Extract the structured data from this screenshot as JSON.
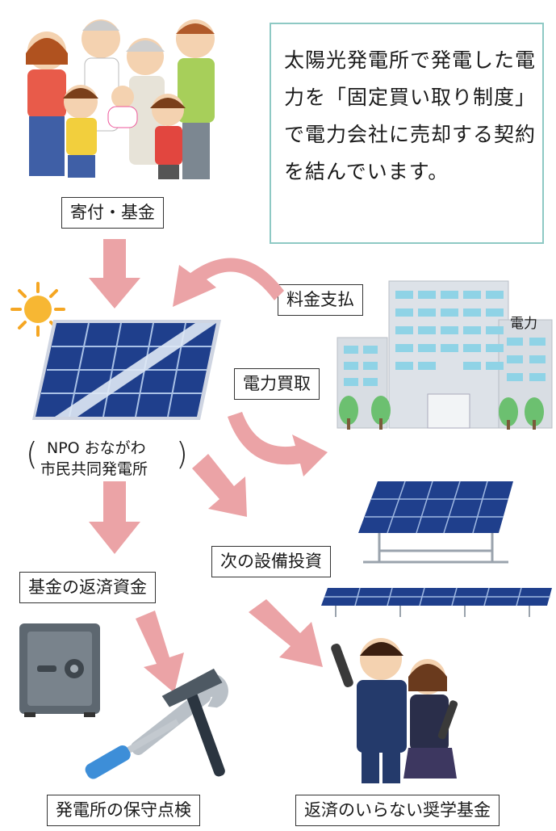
{
  "note": {
    "text": "太陽光発電所で発電した電力を「固定買い取り制度」で電力会社に売却する契約を結んでいます。"
  },
  "labels": {
    "donation": "寄付・基金",
    "fee_payment": "料金支払",
    "power_company": "電力",
    "power_purchase": "電力買取",
    "npo_line1": "NPO おながわ",
    "npo_line2": "市民共同発電所",
    "next_investment": "次の設備投資",
    "fund_repayment": "基金の返済資金",
    "maintenance": "発電所の保守点検",
    "scholarship": "返済のいらない奨学基金"
  },
  "colors": {
    "arrow": "#eba3a6",
    "panel": "#1f3f8c",
    "note_border": "#8ec9c4",
    "sun": "#f5a623"
  }
}
